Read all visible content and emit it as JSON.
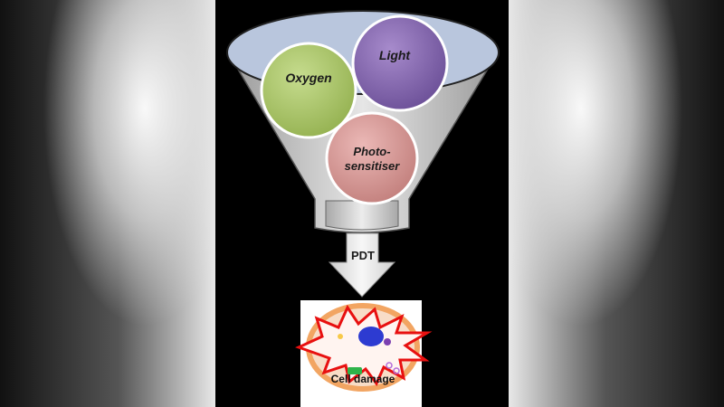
{
  "diagram": {
    "inputs": [
      {
        "label": "Oxygen",
        "color": "#a9c46a"
      },
      {
        "label": "Light",
        "color": "#8a6fb3"
      },
      {
        "label": "Photo-",
        "label2": "sensitiser",
        "color": "#d59a98"
      }
    ],
    "arrow_label": "PDT",
    "output_label": "Cell damage",
    "colors": {
      "funnel": "#c9c9c9",
      "funnel_rim": "#b8c8e0",
      "arrow": "#e8e8e8",
      "burst": "#e81010",
      "cell_halo": "#f4a259",
      "nucleus": "#2d3bd1"
    }
  }
}
